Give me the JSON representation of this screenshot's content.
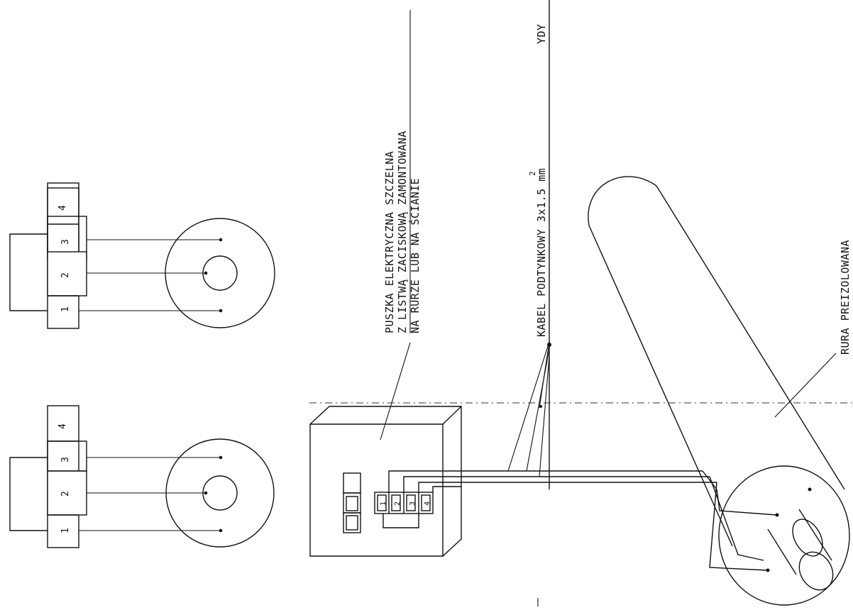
{
  "labels": {
    "box_line1": "PUSZKA ELEKTRYCZNA SZCZELNA",
    "box_line2": "Z LISTWĄ ZACISKOWĄ ZAMONTOWANA",
    "box_line3": "NA RURZE LUB NA ŚCIANIE",
    "cable_main": "KABEL PODTYNKOWY 3x1.5 mm",
    "cable_sup": "2",
    "cable_type": "YDY",
    "pipe": "RURA PREIZOLOWANA"
  },
  "terminals": {
    "t1": "1",
    "t2": "2",
    "t3": "3",
    "t4": "4"
  }
}
